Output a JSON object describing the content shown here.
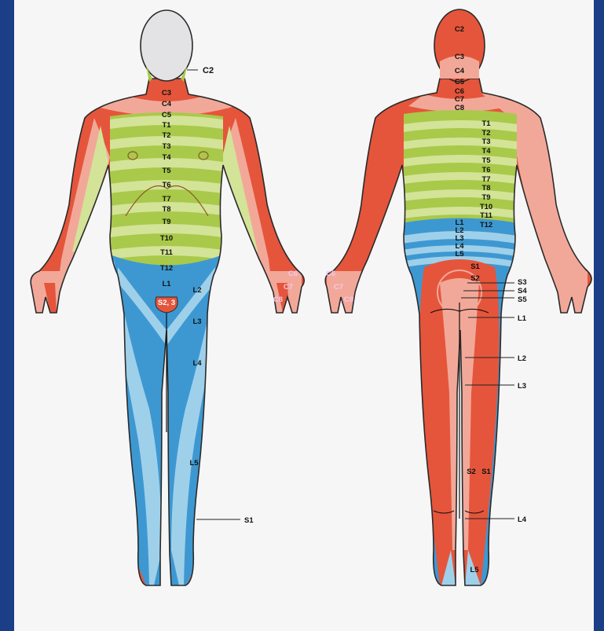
{
  "colors": {
    "cervical": "#e5553b",
    "cervical_light": "#f2a899",
    "thoracic": "#a9c94a",
    "thoracic_light": "#d3e398",
    "lumbar": "#3d98d2",
    "lumbar_light": "#9fd0ea",
    "sacral": "#e5553b",
    "head": "#e3e3e6",
    "outline": "#2a2a2a",
    "frame": "#1a3f86",
    "background": "#f6f6f6"
  },
  "front": {
    "callout_c2": "C2",
    "callout_s1": "S1",
    "neck": [
      "C3",
      "C4",
      "C5"
    ],
    "trunk": [
      "T1",
      "T2",
      "T3",
      "T4",
      "T5",
      "T6",
      "T7",
      "T8",
      "T9",
      "T10",
      "T11",
      "T12"
    ],
    "abdomen": [
      "L1",
      "L2",
      "L3",
      "L4",
      "L5"
    ],
    "groin": "S2, 3",
    "hand_right": [
      "C6",
      "C7",
      "C8"
    ]
  },
  "back": {
    "head": "C2",
    "neck": [
      "C3",
      "C4",
      "C5",
      "C6",
      "C7",
      "C8"
    ],
    "trunk": [
      "T1",
      "T2",
      "T3",
      "T4",
      "T5",
      "T6",
      "T7",
      "T8",
      "T9",
      "T10",
      "T11",
      "T12"
    ],
    "lumbar": [
      "L1",
      "L2",
      "L3",
      "L4",
      "L5"
    ],
    "sacral": [
      "S1",
      "S2"
    ],
    "sacral_callouts": [
      "S3",
      "S4",
      "S5"
    ],
    "leg_callouts": [
      "L1",
      "L2",
      "L3",
      "L4"
    ],
    "calf": [
      "S2",
      "S1"
    ],
    "foot": "L5",
    "hand_left": [
      "C6",
      "C7",
      "C8"
    ]
  }
}
